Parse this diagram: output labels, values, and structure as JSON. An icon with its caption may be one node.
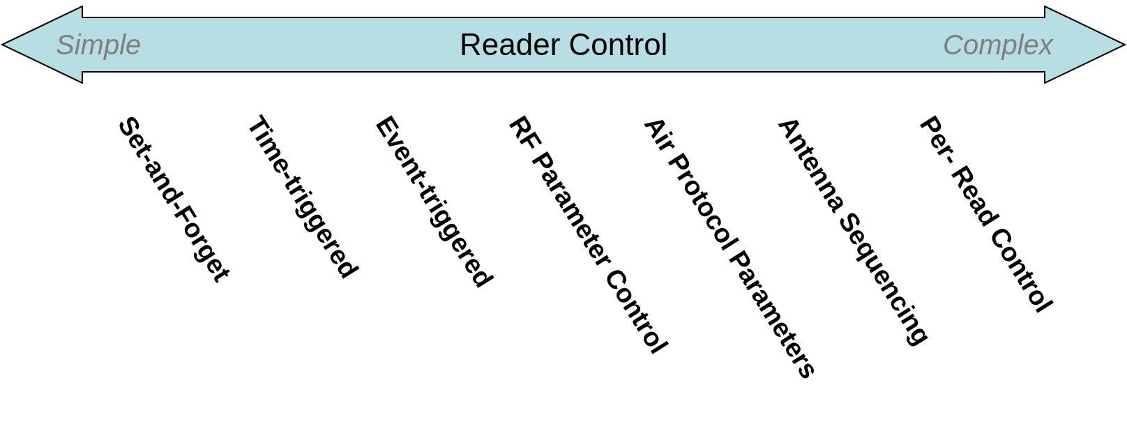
{
  "diagram": {
    "nodes": [
      {
        "text": [
          "Simple",
          "Reader Control",
          "Complex"
        ]
      }
    ],
    "labels": [
      "Set-and-Forget",
      "Time-triggered",
      "Event-triggered",
      "RF Parameter Control",
      "Air Protocol Parameters",
      "Antenna Sequencing",
      "Per- Read Control"
    ]
  }
}
